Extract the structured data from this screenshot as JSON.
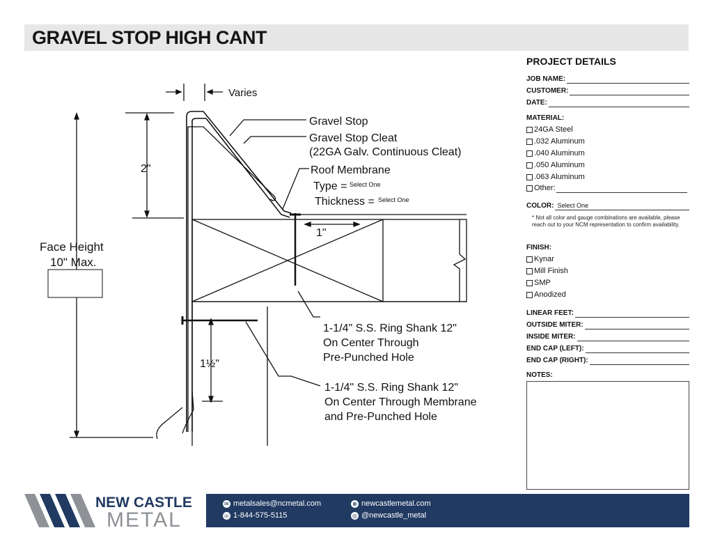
{
  "page": {
    "title": "GRAVEL STOP HIGH CANT"
  },
  "drawing": {
    "varies": "Varies",
    "gravel_stop": "Gravel Stop",
    "cleat_line1": "Gravel Stop Cleat",
    "cleat_line2": "(22GA Galv. Continuous Cleat)",
    "roof_membrane": "Roof Membrane",
    "type_label": "Type =",
    "type_value": "Select One",
    "thickness_label": "Thickness =",
    "thickness_value": "Select One",
    "dim_2in": "2\"",
    "dim_1in": "1\"",
    "face_height_line1": "Face Height",
    "face_height_line2": "10\" Max.",
    "dim_1half": "1½\"",
    "nail1_line1": "1-1/4\" S.S. Ring Shank 12\"",
    "nail1_line2": "On Center Through",
    "nail1_line3": "Pre-Punched Hole",
    "nail2_line1": "1-1/4\" S.S. Ring Shank 12\"",
    "nail2_line2": "On Center Through Membrane",
    "nail2_line3": "and Pre-Punched Hole"
  },
  "project": {
    "heading": "PROJECT DETAILS",
    "job_name": "JOB NAME:",
    "customer": "CUSTOMER:",
    "date": "DATE:",
    "material_label": "MATERIAL:",
    "materials": [
      "24GA Steel",
      ".032 Aluminum",
      ".040 Aluminum",
      ".050 Aluminum",
      ".063 Aluminum",
      "Other:"
    ],
    "color_label": "COLOR:",
    "color_value": "Select One",
    "color_note": "* Not all color and gauge combinations are available, please reach out to your NCM representation to confirm availability.",
    "finish_label": "FINISH:",
    "finishes": [
      "Kynar",
      "Mill Finish",
      "SMP",
      "Anodized"
    ],
    "linear_feet": "LINEAR FEET:",
    "outside_miter": "OUTSIDE MITER:",
    "inside_miter": "INSIDE MITER:",
    "end_cap_left": "END CAP (LEFT):",
    "end_cap_right": "END CAP (RIGHT):",
    "notes_label": "NOTES:"
  },
  "footer": {
    "brand_line1": "NEW CASTLE",
    "brand_line2": "METAL",
    "email": "metalsales@ncmetal.com",
    "phone": "1-844-575-5115",
    "website": "newcastlemetal.com",
    "social": "@newcastle_metal",
    "colors": {
      "navy": "#213a62",
      "gray": "#8e9196"
    }
  }
}
